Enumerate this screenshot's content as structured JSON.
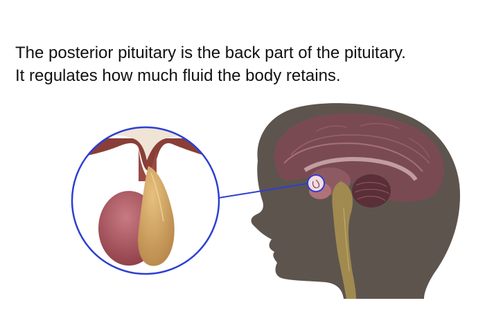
{
  "caption": {
    "line1": "The posterior pituitary is the back part of the pituitary.",
    "line2": "It regulates how much fluid the body retains."
  },
  "colors": {
    "head": "#5e554e",
    "brain": "#7a4a52",
    "brain_fold": "#8e5a62",
    "cerebellum": "#5a2f38",
    "brainstem": "#a08a50",
    "anterior_lobe": "#a8555e",
    "posterior_lobe": "#d4a865",
    "callout": "#2c3fd4"
  },
  "icons": {
    "callout_marker": "magnifier-circle"
  }
}
